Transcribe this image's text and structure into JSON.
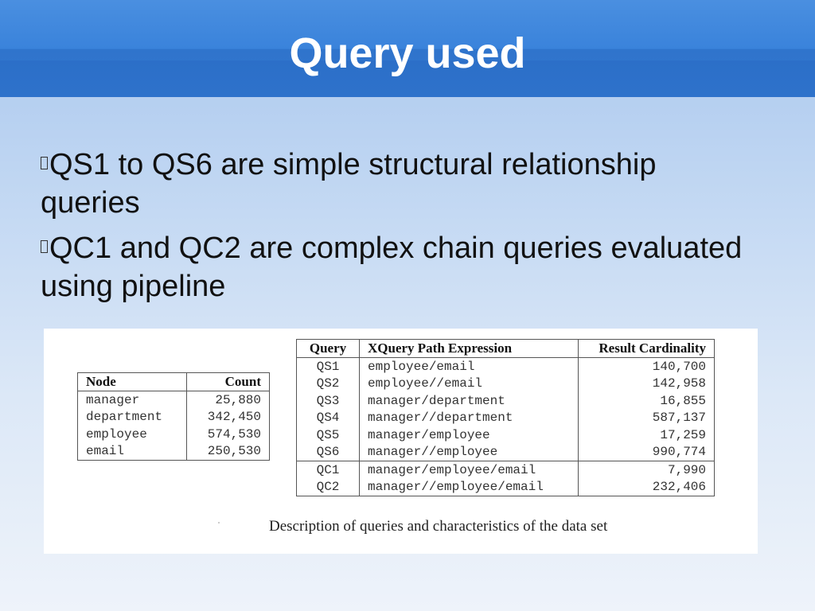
{
  "slide": {
    "title": "Query used",
    "bullets": [
      "QS1 to QS6 are simple structural relationship queries",
      "QC1 and QC2 are complex chain queries evaluated using pipeline"
    ]
  },
  "figure": {
    "caption": "Description of queries and characteristics of the data set",
    "node_table": {
      "headers": [
        "Node",
        "Count"
      ],
      "rows": [
        [
          "manager",
          "25,880"
        ],
        [
          "department",
          "342,450"
        ],
        [
          "employee",
          "574,530"
        ],
        [
          "email",
          "250,530"
        ]
      ]
    },
    "query_table": {
      "headers": [
        "Query",
        "XQuery Path Expression",
        "Result Cardinality"
      ],
      "rows": [
        [
          "QS1",
          "employee/email",
          "140,700"
        ],
        [
          "QS2",
          "employee//email",
          "142,958"
        ],
        [
          "QS3",
          "manager/department",
          "16,855"
        ],
        [
          "QS4",
          "manager//department",
          "587,137"
        ],
        [
          "QS5",
          "manager/employee",
          "17,259"
        ],
        [
          "QS6",
          "manager//employee",
          "990,774"
        ],
        [
          "QC1",
          "manager/employee/email",
          "7,990"
        ],
        [
          "QC2",
          "manager//employee/email",
          "232,406"
        ]
      ]
    }
  }
}
